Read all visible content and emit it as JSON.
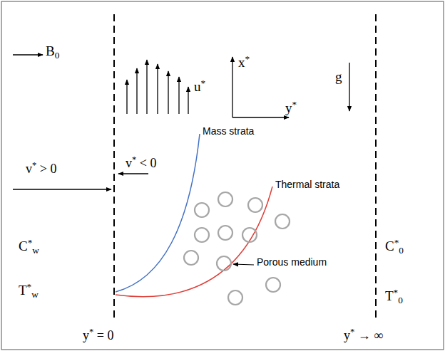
{
  "diagram": {
    "labels": [
      "B0",
      "u*",
      "x*",
      "y*",
      "g",
      "v* < 0",
      "v* > 0",
      "Mass strata",
      "Thermal strata",
      "Porous medium",
      "C*w",
      "T*w",
      "C*0",
      "T*0",
      "y* = 0",
      "y* → ∞"
    ]
  }
}
